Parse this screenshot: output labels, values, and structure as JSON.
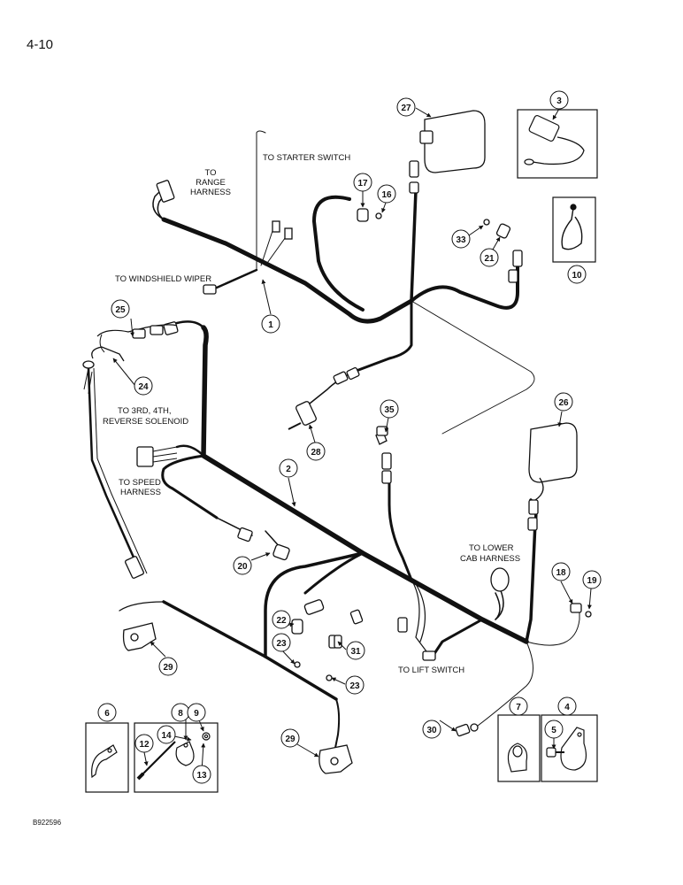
{
  "page": {
    "number": "4-10",
    "figure_code": "B922596"
  },
  "labels": {
    "to_starter_switch": "TO STARTER SWITCH",
    "to_range_harness_1": "TO",
    "to_range_harness_2": "RANGE",
    "to_range_harness_3": "HARNESS",
    "to_windshield_wiper": "TO WINDSHIELD WIPER",
    "to_reverse_1": "TO 3RD, 4TH,",
    "to_reverse_2": "REVERSE SOLENOID",
    "to_speed_1": "TO SPEED",
    "to_speed_2": "HARNESS",
    "to_lower_cab_1": "TO LOWER",
    "to_lower_cab_2": "CAB HARNESS",
    "to_lift_switch": "TO LIFT SWITCH"
  },
  "callouts": {
    "c1": "1",
    "c2": "2",
    "c3": "3",
    "c4": "4",
    "c5": "5",
    "c6": "6",
    "c7": "7",
    "c8": "8",
    "c9": "9",
    "c10": "10",
    "c12": "12",
    "c13": "13",
    "c14": "14",
    "c16": "16",
    "c17": "17",
    "c18": "18",
    "c19": "19",
    "c20": "20",
    "c21": "21",
    "c22": "22",
    "c23a": "23",
    "c23b": "23",
    "c24": "24",
    "c25": "25",
    "c26": "26",
    "c27": "27",
    "c28": "28",
    "c29a": "29",
    "c29b": "29",
    "c30": "30",
    "c31": "31",
    "c33": "33",
    "c35": "35"
  }
}
